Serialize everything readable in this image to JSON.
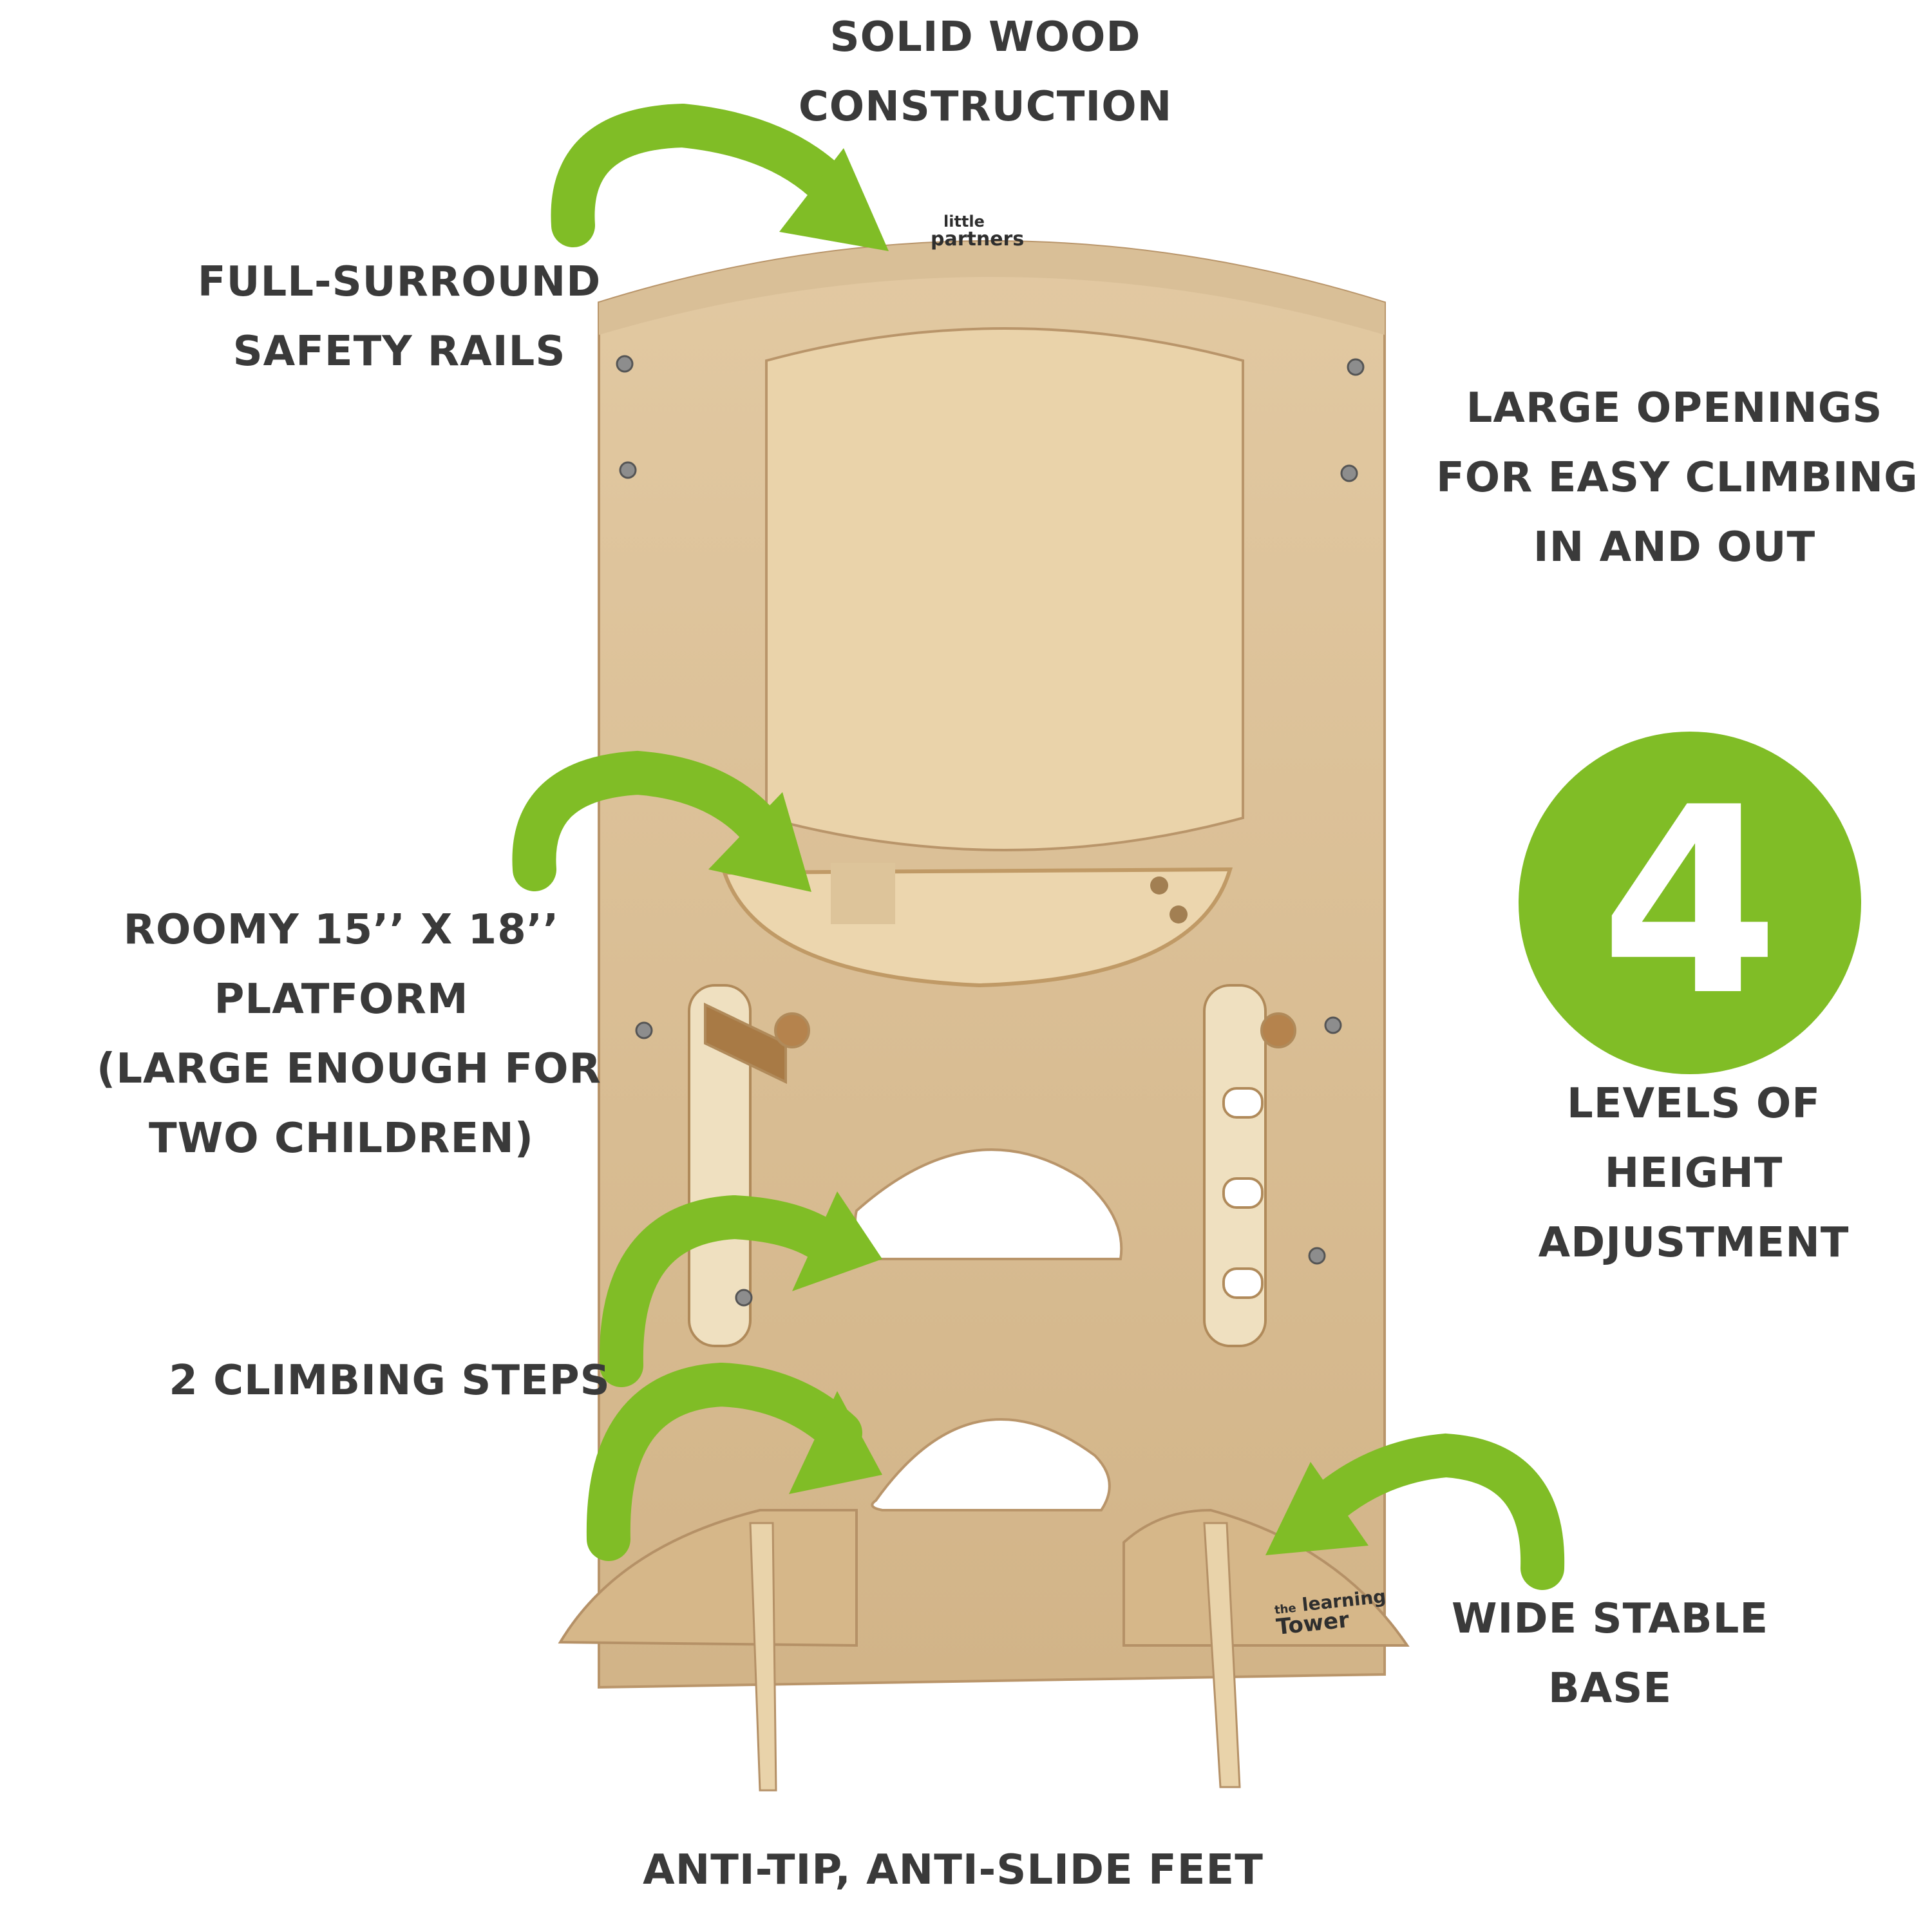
{
  "colors": {
    "accent": "#80bd26",
    "text": "#3a3a3a",
    "wood": "#d7b98d",
    "wood_light": "#ecd6ae",
    "wood_dark": "#c09a66"
  },
  "labels": {
    "solid_wood": [
      "SOLID WOOD",
      "CONSTRUCTION"
    ],
    "safety_rails": [
      "FULL-SURROUND",
      "SAFETY RAILS"
    ],
    "large_openings": [
      "LARGE OPENINGS",
      "FOR EASY CLIMBING",
      "IN AND OUT"
    ],
    "platform": [
      "ROOMY 15’’ X 18’’",
      "PLATFORM",
      "(LARGE ENOUGH FOR",
      "TWO CHILDREN)"
    ],
    "levels": [
      "LEVELS OF",
      "HEIGHT",
      "ADJUSTMENT"
    ],
    "steps": [
      "2 CLIMBING STEPS"
    ],
    "base": [
      "WIDE STABLE",
      "BASE"
    ],
    "feet": [
      "ANTI-TIP, ANTI-SLIDE FEET"
    ]
  },
  "badge_number": "4",
  "brand_top": {
    "small": "little",
    "main": "partners"
  },
  "brand_bottom": {
    "small": "the",
    "main1": "learning",
    "main2": "Tower"
  }
}
